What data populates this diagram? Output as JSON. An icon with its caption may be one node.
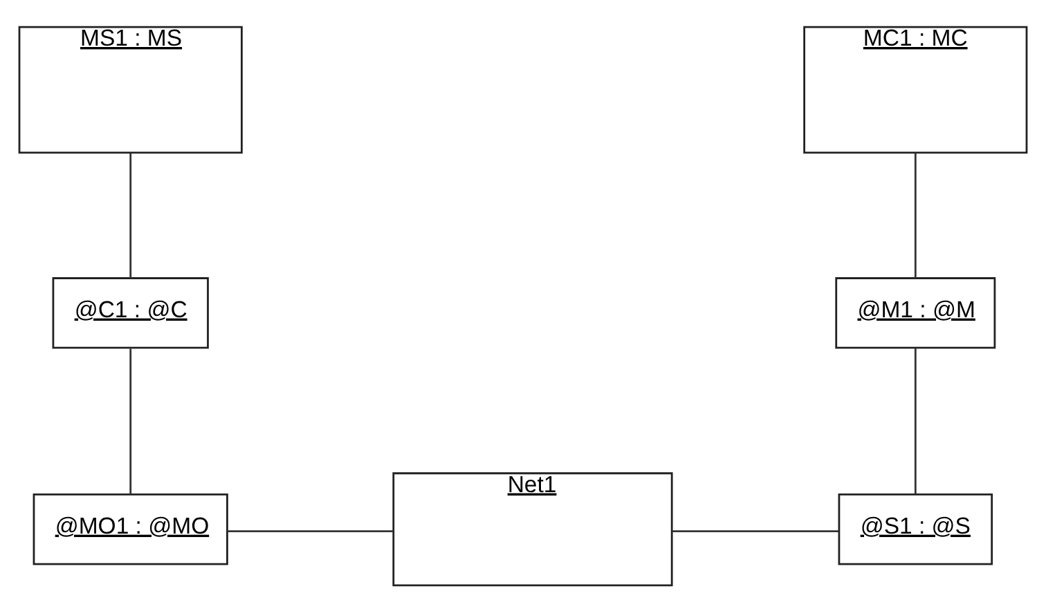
{
  "diagram": {
    "nodes": [
      {
        "text": [
          "MS1 : MS"
        ]
      },
      {
        "text": [
          "MC1 : MC"
        ]
      },
      {
        "text": [
          "@C1 : @C"
        ]
      },
      {
        "text": [
          "@M1 : @M"
        ]
      },
      {
        "text": [
          "@MO1 : @MO"
        ]
      },
      {
        "text": [
          "Net1"
        ]
      },
      {
        "text": [
          "@S1 : @S"
        ]
      }
    ],
    "edges": [
      {
        "from": 0,
        "to": 2,
        "arrow": "none"
      },
      {
        "from": 2,
        "to": 4,
        "arrow": "none"
      },
      {
        "from": 4,
        "to": 5,
        "arrow": "none"
      },
      {
        "from": 5,
        "to": 6,
        "arrow": "none"
      },
      {
        "from": 6,
        "to": 3,
        "arrow": "none"
      },
      {
        "from": 3,
        "to": 1,
        "arrow": "none"
      }
    ]
  }
}
